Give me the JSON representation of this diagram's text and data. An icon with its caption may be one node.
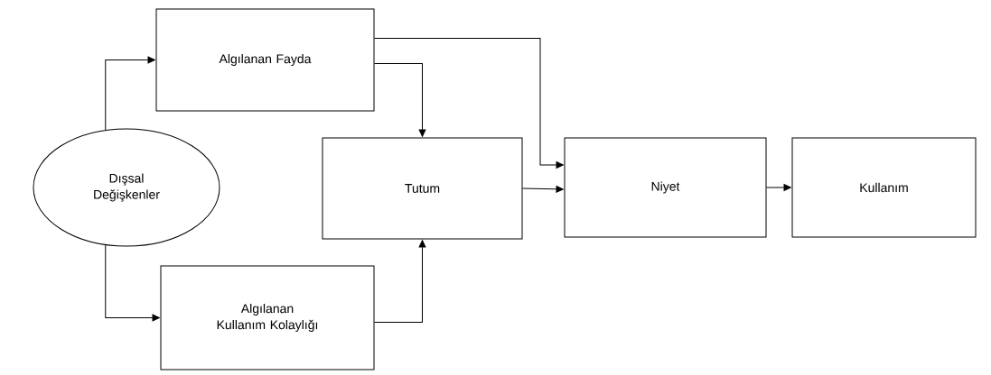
{
  "diagram": {
    "nodes": [
      {
        "text": [
          "Dışsal Değişkenler"
        ]
      },
      {
        "text": [
          "Algılanan Fayda"
        ]
      },
      {
        "text": [
          "Tutum"
        ]
      },
      {
        "text": [
          "Algılanan Kullanım Kolaylığı"
        ]
      },
      {
        "text": [
          "Niyet"
        ]
      },
      {
        "text": [
          "Kullanım"
        ]
      }
    ],
    "edges": [
      {
        "from": 0,
        "to": 1,
        "arrow": "to"
      },
      {
        "from": 0,
        "to": 3,
        "arrow": "to"
      },
      {
        "from": 1,
        "to": 2,
        "arrow": "to"
      },
      {
        "from": 1,
        "to": 4,
        "arrow": "to"
      },
      {
        "from": 3,
        "to": 2,
        "arrow": "to"
      },
      {
        "from": 2,
        "to": 4,
        "arrow": "to"
      },
      {
        "from": 4,
        "to": 5,
        "arrow": "to"
      }
    ]
  }
}
